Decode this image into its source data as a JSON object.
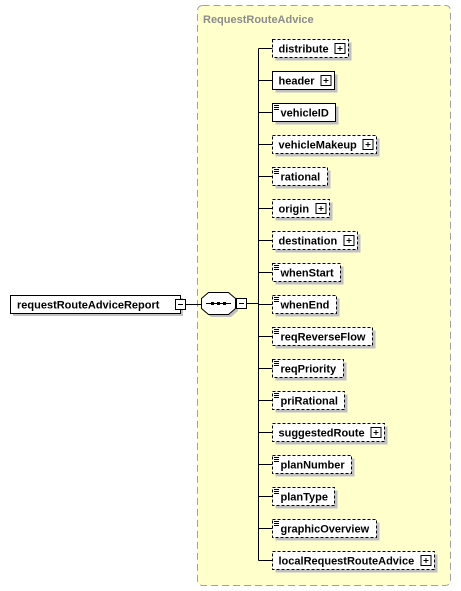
{
  "diagram": {
    "complex_type_name": "RequestRouteAdvice",
    "root_element": "requestRouteAdviceReport",
    "compositor": "sequence",
    "children": [
      {
        "name": "distribute",
        "optional": true,
        "expandable": true,
        "simple": false
      },
      {
        "name": "header",
        "optional": false,
        "expandable": true,
        "simple": false
      },
      {
        "name": "vehicleID",
        "optional": false,
        "expandable": false,
        "simple": true
      },
      {
        "name": "vehicleMakeup",
        "optional": true,
        "expandable": true,
        "simple": false
      },
      {
        "name": "rational",
        "optional": true,
        "expandable": false,
        "simple": true
      },
      {
        "name": "origin",
        "optional": true,
        "expandable": true,
        "simple": false
      },
      {
        "name": "destination",
        "optional": true,
        "expandable": true,
        "simple": false
      },
      {
        "name": "whenStart",
        "optional": true,
        "expandable": false,
        "simple": true
      },
      {
        "name": "whenEnd",
        "optional": true,
        "expandable": false,
        "simple": true
      },
      {
        "name": "reqReverseFlow",
        "optional": true,
        "expandable": false,
        "simple": true
      },
      {
        "name": "reqPriority",
        "optional": true,
        "expandable": false,
        "simple": true
      },
      {
        "name": "priRational",
        "optional": true,
        "expandable": false,
        "simple": true
      },
      {
        "name": "suggestedRoute",
        "optional": true,
        "expandable": true,
        "simple": false
      },
      {
        "name": "planNumber",
        "optional": true,
        "expandable": false,
        "simple": true
      },
      {
        "name": "planType",
        "optional": true,
        "expandable": false,
        "simple": true
      },
      {
        "name": "graphicOverview",
        "optional": true,
        "expandable": false,
        "simple": true
      },
      {
        "name": "localRequestRouteAdvice",
        "optional": true,
        "expandable": true,
        "simple": false
      }
    ],
    "colors": {
      "type_background": "#ffffcc",
      "type_border": "#a0a0a0",
      "title_text": "#8c8c8c",
      "element_border": "#000000",
      "element_fill": "#ffffff",
      "shadow": "#c0c0c0",
      "connector": "#000000"
    }
  }
}
